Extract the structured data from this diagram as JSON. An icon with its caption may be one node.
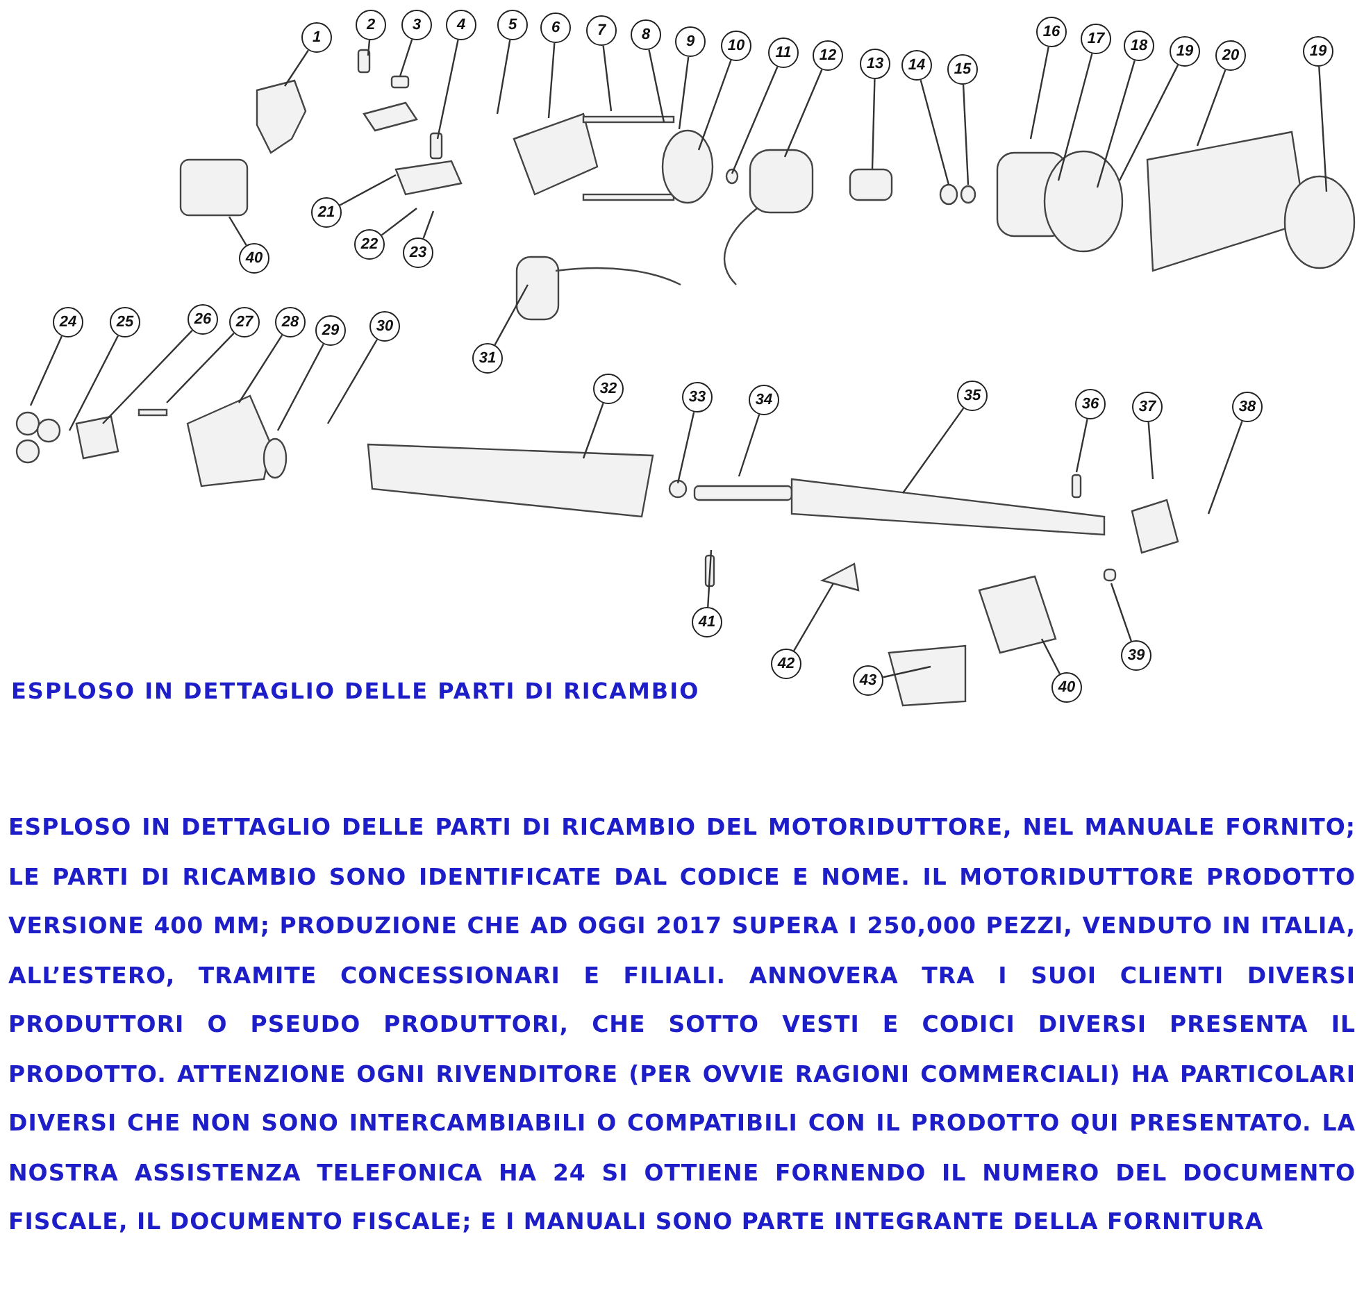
{
  "diagram": {
    "title": "ESPLOSO IN DETTAGLIO DELLE PARTI DI RICAMBIO",
    "caption": "ESPLOSO IN DETTAGLIO DELLE PARTI DI RICAMBIO DEL MOTORIDUTTORE, NEL MANUALE FORNITO; LE PARTI DI RICAMBIO SONO IDENTIFICATE DAL CODICE E NOME. IL MOTORIDUTTORE PRODOTTO VERSIONE 400 MM; PRODUZIONE CHE AD OGGI 2017 SUPERA I 250,000 PEZZI, VENDUTO IN ITALIA, ALL’ESTERO, TRAMITE CONCESSIONARI E FILIALI. ANNOVERA TRA I SUOI CLIENTI DIVERSI PRODUTTORI O PSEUDO PRODUTTORI, CHE SOTTO VESTI E CODICI DIVERSI PRESENTA IL PRODOTTO. ATTENZIONE OGNI RIVENDITORE (PER OVVIE RAGIONI COMMERCIALI) HA PARTICOLARI DIVERSI CHE NON SONO INTERCAMBIABILI O COMPATIBILI CON IL PRODOTTO QUI PRESENTATO. LA NOSTRA ASSISTENZA TELEFONICA HA 24 SI OTTIENE FORNENDO IL NUMERO DEL DOCUMENTO FISCALE, IL DOCUMENTO FISCALE; E I MANUALI SONO PARTE INTEGRANTE DELLA FORNITURA",
    "nodes": [
      {
        "text": [
          "1"
        ]
      },
      {
        "text": [
          "2"
        ]
      },
      {
        "text": [
          "3"
        ]
      },
      {
        "text": [
          "4"
        ]
      },
      {
        "text": [
          "5"
        ]
      },
      {
        "text": [
          "6"
        ]
      },
      {
        "text": [
          "7"
        ]
      },
      {
        "text": [
          "8"
        ]
      },
      {
        "text": [
          "9"
        ]
      },
      {
        "text": [
          "10"
        ]
      },
      {
        "text": [
          "11"
        ]
      },
      {
        "text": [
          "12"
        ]
      },
      {
        "text": [
          "13"
        ]
      },
      {
        "text": [
          "14"
        ]
      },
      {
        "text": [
          "15"
        ]
      },
      {
        "text": [
          "16"
        ]
      },
      {
        "text": [
          "17"
        ]
      },
      {
        "text": [
          "18"
        ]
      },
      {
        "text": [
          "19"
        ]
      },
      {
        "text": [
          "20"
        ]
      },
      {
        "text": [
          "19"
        ]
      },
      {
        "text": [
          "21"
        ]
      },
      {
        "text": [
          "22"
        ]
      },
      {
        "text": [
          "23"
        ]
      },
      {
        "text": [
          "40"
        ]
      },
      {
        "text": [
          "31"
        ]
      },
      {
        "text": [
          "24"
        ]
      },
      {
        "text": [
          "25"
        ]
      },
      {
        "text": [
          "26"
        ]
      },
      {
        "text": [
          "27"
        ]
      },
      {
        "text": [
          "28"
        ]
      },
      {
        "text": [
          "29"
        ]
      },
      {
        "text": [
          "30"
        ]
      },
      {
        "text": [
          "32"
        ]
      },
      {
        "text": [
          "33"
        ]
      },
      {
        "text": [
          "34"
        ]
      },
      {
        "text": [
          "35"
        ]
      },
      {
        "text": [
          "36"
        ]
      },
      {
        "text": [
          "37"
        ]
      },
      {
        "text": [
          "38"
        ]
      },
      {
        "text": [
          "41"
        ]
      },
      {
        "text": [
          "42"
        ]
      },
      {
        "text": [
          "39"
        ]
      },
      {
        "text": [
          "43"
        ]
      },
      {
        "text": [
          "40"
        ]
      }
    ],
    "edges": [
      {
        "from": 0,
        "to": null,
        "arrow": "none"
      },
      {
        "from": 1,
        "to": null,
        "arrow": "none"
      },
      {
        "from": 2,
        "to": null,
        "arrow": "none"
      },
      {
        "from": 3,
        "to": null,
        "arrow": "none"
      },
      {
        "from": 4,
        "to": null,
        "arrow": "none"
      },
      {
        "from": 5,
        "to": null,
        "arrow": "none"
      },
      {
        "from": 6,
        "to": null,
        "arrow": "none"
      },
      {
        "from": 7,
        "to": null,
        "arrow": "none"
      },
      {
        "from": 8,
        "to": null,
        "arrow": "none"
      },
      {
        "from": 9,
        "to": null,
        "arrow": "none"
      },
      {
        "from": 10,
        "to": null,
        "arrow": "none"
      },
      {
        "from": 11,
        "to": null,
        "arrow": "none"
      },
      {
        "from": 12,
        "to": null,
        "arrow": "none"
      },
      {
        "from": 13,
        "to": null,
        "arrow": "none"
      },
      {
        "from": 14,
        "to": null,
        "arrow": "none"
      },
      {
        "from": 15,
        "to": null,
        "arrow": "none"
      },
      {
        "from": 16,
        "to": null,
        "arrow": "none"
      },
      {
        "from": 17,
        "to": null,
        "arrow": "none"
      },
      {
        "from": 18,
        "to": null,
        "arrow": "none"
      },
      {
        "from": 19,
        "to": null,
        "arrow": "none"
      },
      {
        "from": 20,
        "to": null,
        "arrow": "none"
      },
      {
        "from": 21,
        "to": null,
        "arrow": "none"
      },
      {
        "from": 22,
        "to": null,
        "arrow": "none"
      },
      {
        "from": 23,
        "to": null,
        "arrow": "none"
      },
      {
        "from": 24,
        "to": null,
        "arrow": "none"
      },
      {
        "from": 25,
        "to": null,
        "arrow": "none"
      },
      {
        "from": 26,
        "to": null,
        "arrow": "none"
      },
      {
        "from": 27,
        "to": null,
        "arrow": "none"
      },
      {
        "from": 28,
        "to": null,
        "arrow": "none"
      },
      {
        "from": 29,
        "to": null,
        "arrow": "none"
      },
      {
        "from": 30,
        "to": null,
        "arrow": "none"
      },
      {
        "from": 31,
        "to": null,
        "arrow": "none"
      },
      {
        "from": 32,
        "to": null,
        "arrow": "none"
      },
      {
        "from": 33,
        "to": null,
        "arrow": "none"
      },
      {
        "from": 34,
        "to": null,
        "arrow": "none"
      },
      {
        "from": 35,
        "to": null,
        "arrow": "none"
      },
      {
        "from": 36,
        "to": null,
        "arrow": "none"
      },
      {
        "from": 37,
        "to": null,
        "arrow": "none"
      },
      {
        "from": 38,
        "to": null,
        "arrow": "none"
      },
      {
        "from": 39,
        "to": null,
        "arrow": "none"
      },
      {
        "from": 40,
        "to": null,
        "arrow": "none"
      },
      {
        "from": 41,
        "to": null,
        "arrow": "none"
      },
      {
        "from": 42,
        "to": null,
        "arrow": "none"
      },
      {
        "from": 43,
        "to": null,
        "arrow": "none"
      },
      {
        "from": 44,
        "to": null,
        "arrow": "none"
      }
    ]
  }
}
